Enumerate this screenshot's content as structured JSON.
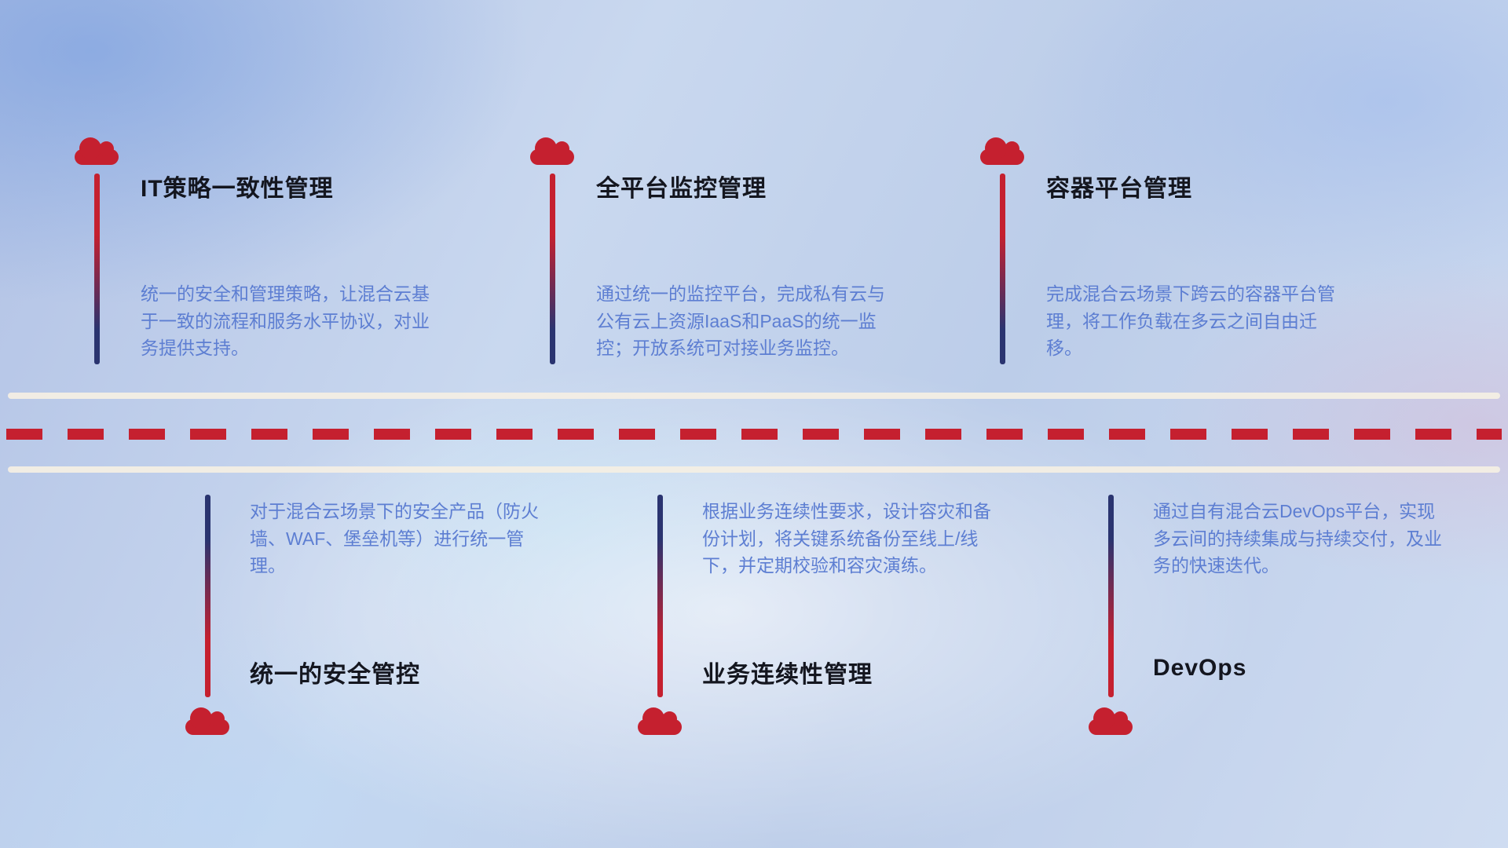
{
  "colors": {
    "cloud_red": "#c5202f",
    "line_navy": "#2a3470",
    "title_color": "#14161f",
    "description_color": "#5d7ed2",
    "road_line": "#f3eee4",
    "dash_red": "#c5202f"
  },
  "diagram": {
    "top_items": [
      {
        "icon": "cloud-icon",
        "title": "IT策略一致性管理",
        "description": "统一的安全和管理策略，让混合云基于一致的流程和服务水平协议，对业务提供支持。"
      },
      {
        "icon": "cloud-icon",
        "title": "全平台监控管理",
        "description": "通过统一的监控平台，完成私有云与公有云上资源IaaS和PaaS的统一监控；开放系统可对接业务监控。"
      },
      {
        "icon": "cloud-icon",
        "title": "容器平台管理",
        "description": "完成混合云场景下跨云的容器平台管理，将工作负载在多云之间自由迁移。"
      }
    ],
    "bottom_items": [
      {
        "icon": "cloud-icon",
        "title": "统一的安全管控",
        "description": "对于混合云场景下的安全产品（防火墙、WAF、堡垒机等）进行统一管理。"
      },
      {
        "icon": "cloud-icon",
        "title": "业务连续性管理",
        "description": "根据业务连续性要求，设计容灾和备份计划，将关键系统备份至线上/线下，并定期校验和容灾演练。"
      },
      {
        "icon": "cloud-icon",
        "title": "DevOps",
        "description": "通过自有混合云DevOps平台，实现多云间的持续集成与持续交付，及业务的快速迭代。"
      }
    ]
  }
}
